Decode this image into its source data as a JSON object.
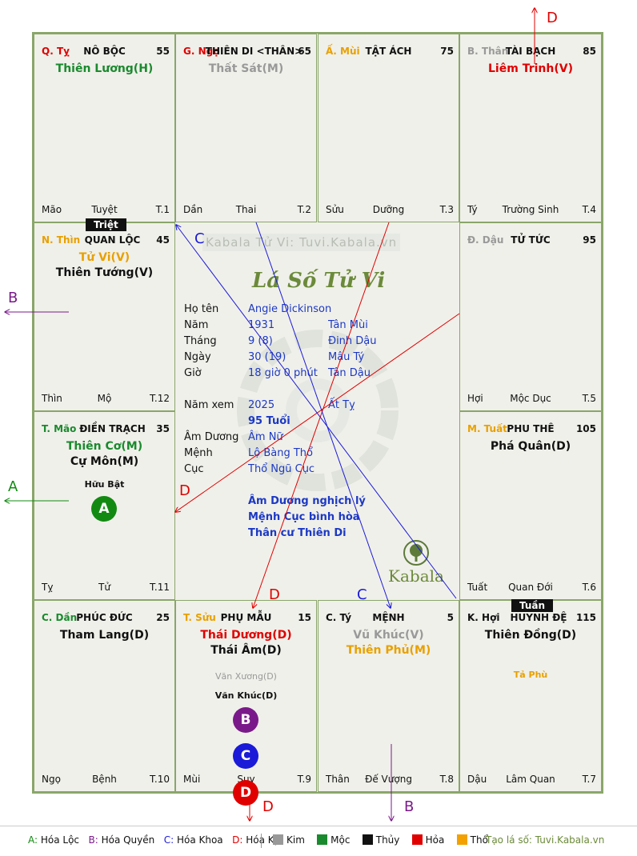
{
  "palaces": {
    "ty": {
      "code": "Q. Tỵ",
      "name": "NÔ BỘC",
      "age": "55",
      "stars": [
        "Thiên Lương(H)"
      ],
      "bottom_left": "Mão",
      "bottom_center": "Tuyệt",
      "bottom_right": "T.1"
    },
    "ngo": {
      "code": "G. Ngọ",
      "name": "THIÊN DI <THÂN>",
      "age": "65",
      "stars": [
        "Thất Sát(M)"
      ],
      "bottom_left": "Dần",
      "bottom_center": "Thai",
      "bottom_right": "T.2"
    },
    "mui": {
      "code": "Ấ. Mùi",
      "name": "TẬT ÁCH",
      "age": "75",
      "stars": [],
      "bottom_left": "Sửu",
      "bottom_center": "Dưỡng",
      "bottom_right": "T.3"
    },
    "than": {
      "code": "B. Thân",
      "name": "TÀI BẠCH",
      "age": "85",
      "stars": [
        "Liêm Trinh(V)"
      ],
      "bottom_left": "Tý",
      "bottom_center": "Trường Sinh",
      "bottom_right": "T.4"
    },
    "thin": {
      "code": "N. Thìn",
      "name": "QUAN LỘC",
      "age": "45",
      "stars": [
        "Tử Vi(V)",
        "Thiên Tướng(V)"
      ],
      "bottom_left": "Thìn",
      "bottom_center": "Mộ",
      "bottom_right": "T.12"
    },
    "dau": {
      "code": "Đ. Dậu",
      "name": "TỬ TỨC",
      "age": "95",
      "stars": [],
      "bottom_left": "Hợi",
      "bottom_center": "Mộc Dục",
      "bottom_right": "T.5"
    },
    "mao": {
      "code": "T. Mão",
      "name": "ĐIỀN TRẠCH",
      "age": "35",
      "stars": [
        "Thiên Cơ(M)",
        "Cự Môn(M)"
      ],
      "minor": [
        "Hữu Bật"
      ],
      "bottom_left": "Tỵ",
      "bottom_center": "Tử",
      "bottom_right": "T.11"
    },
    "tuat": {
      "code": "M. Tuất",
      "name": "PHU THÊ",
      "age": "105",
      "stars": [
        "Phá Quân(D)"
      ],
      "bottom_left": "Tuất",
      "bottom_center": "Quan Đới",
      "bottom_right": "T.6"
    },
    "dan": {
      "code": "C. Dần",
      "name": "PHÚC ĐỨC",
      "age": "25",
      "stars": [
        "Tham Lang(D)"
      ],
      "bottom_left": "Ngọ",
      "bottom_center": "Bệnh",
      "bottom_right": "T.10"
    },
    "suu": {
      "code": "T. Sửu",
      "name": "PHỤ MẪU",
      "age": "15",
      "stars": [
        "Thái Dương(D)",
        "Thái Âm(D)"
      ],
      "minor": [
        "Văn Xương(D)",
        "Văn Khúc(D)"
      ],
      "bottom_left": "Mùi",
      "bottom_center": "Suy",
      "bottom_right": "T.9"
    },
    "ti": {
      "code": "C. Tý",
      "name": "MỆNH",
      "age": "5",
      "stars": [
        "Vũ Khúc(V)",
        "Thiên Phủ(M)"
      ],
      "bottom_left": "Thân",
      "bottom_center": "Đế Vượng",
      "bottom_right": "T.8"
    },
    "hoi": {
      "code": "K. Hợi",
      "name": "HUYNH ĐỆ",
      "age": "115",
      "stars": [
        "Thiên Đồng(D)"
      ],
      "minor": [
        "Tả Phù"
      ],
      "bottom_left": "Dậu",
      "bottom_center": "Lâm Quan",
      "bottom_right": "T.7"
    }
  },
  "markers": {
    "triet": "Triệt",
    "tuan": "Tuần"
  },
  "center": {
    "watermark": "Kabala Tử Vi: Tuvi.Kabala.vn",
    "title": "Lá Số Tử Vi",
    "rows": [
      {
        "k": "Họ tên",
        "v1": "Angie Dickinson",
        "v2": ""
      },
      {
        "k": "Năm",
        "v1": "1931",
        "v2": "Tân Mùi"
      },
      {
        "k": "Tháng",
        "v1": "9  (8)",
        "v2": "Đinh Dậu"
      },
      {
        "k": "Ngày",
        "v1": "30  (19)",
        "v2": "Mậu Tý"
      },
      {
        "k": "Giờ",
        "v1": "18 giờ 0 phút",
        "v2": "Tân Dậu"
      }
    ],
    "nam_xem": {
      "k": "Năm xem",
      "v1": "2025",
      "v2": "Ất Tỵ"
    },
    "tuoi": "95 Tuổi",
    "rows2": [
      {
        "k": "Âm Dương",
        "v": "Âm Nữ"
      },
      {
        "k": "Mệnh",
        "v": "Lộ Bàng Thổ"
      },
      {
        "k": "Cục",
        "v": "Thổ Ngũ Cục"
      }
    ],
    "notes": [
      "Âm Dương nghịch lý",
      "Mệnh Cục bình hòa",
      "Thân cư Thiên Di"
    ],
    "logo_text": "Kabala"
  },
  "transforms": {
    "A": "A",
    "B": "B",
    "C": "C",
    "D": "D"
  },
  "legend": {
    "hoa": [
      {
        "k": "A:",
        "v": " Hóa Lộc"
      },
      {
        "k": "B:",
        "v": " Hóa Quyền"
      },
      {
        "k": "C:",
        "v": " Hóa Khoa"
      },
      {
        "k": "D:",
        "v": " Hóa Kị"
      }
    ],
    "elements": [
      {
        "name": "Kim",
        "color": "#999999"
      },
      {
        "name": "Mộc",
        "color": "#1a8a2e"
      },
      {
        "name": "Thủy",
        "color": "#111111"
      },
      {
        "name": "Hỏa",
        "color": "#e00000"
      },
      {
        "name": "Thổ",
        "color": "#f2a100"
      }
    ],
    "site": "Tạo lá số: Tuvi.Kabala.vn"
  },
  "colors": {
    "A": "#128a12",
    "B": "#7a1a8a",
    "C": "#1a1ad8",
    "D": "#e00000",
    "grid": "#8aa66a"
  }
}
